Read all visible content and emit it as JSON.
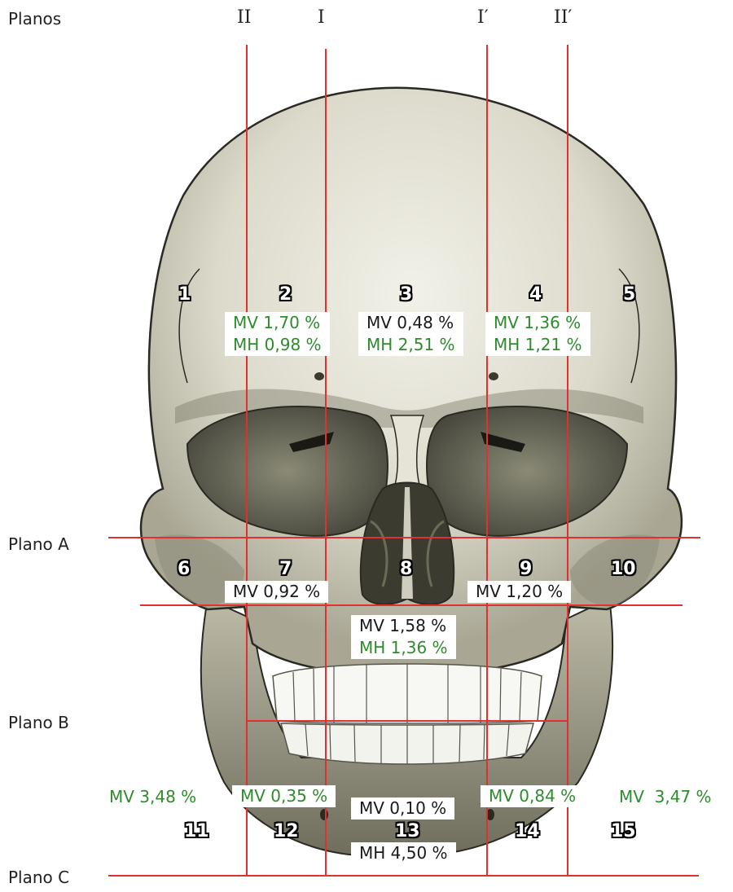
{
  "side_labels": {
    "planos": "Planos",
    "plano_a": "Plano A",
    "plano_b": "Plano B",
    "plano_c": "Plano C"
  },
  "vertical_planes": [
    "II",
    "I",
    "I′",
    "II′"
  ],
  "region_numbers": [
    "1",
    "2",
    "3",
    "4",
    "5",
    "6",
    "7",
    "8",
    "9",
    "10",
    "11",
    "12",
    "13",
    "14",
    "15"
  ],
  "measurements": {
    "r2": {
      "mv": "MV 1,70 %",
      "mh": "MH 0,98 %"
    },
    "r3": {
      "mv": "MV 0,48 %",
      "mh": "MH 2,51 %"
    },
    "r4": {
      "mv": "MV 1,36 %",
      "mh": "MH 1,21 %"
    },
    "r7": {
      "mv": "MV 0,92 %"
    },
    "r8": {
      "mv": "MV 1,58 %",
      "mh": "MH 1,36 %"
    },
    "r9": {
      "mv": "MV 1,20 %"
    },
    "r11": {
      "mv": "MV 3,48 %"
    },
    "r12": {
      "mv": "MV 0,35 %"
    },
    "r13": {
      "mv": "MV 0,10 %",
      "mh": "MH 4,50 %"
    },
    "r14": {
      "mv": "MV 0,84 %"
    },
    "r15": {
      "mv": "MV  3,47 %"
    }
  },
  "colors": {
    "plane_line": "#e03030",
    "green_text": "#2e8b2e",
    "bone": "#d9d7c8",
    "bone_shadow": "#8d8b78",
    "outline": "#2a2a22"
  }
}
